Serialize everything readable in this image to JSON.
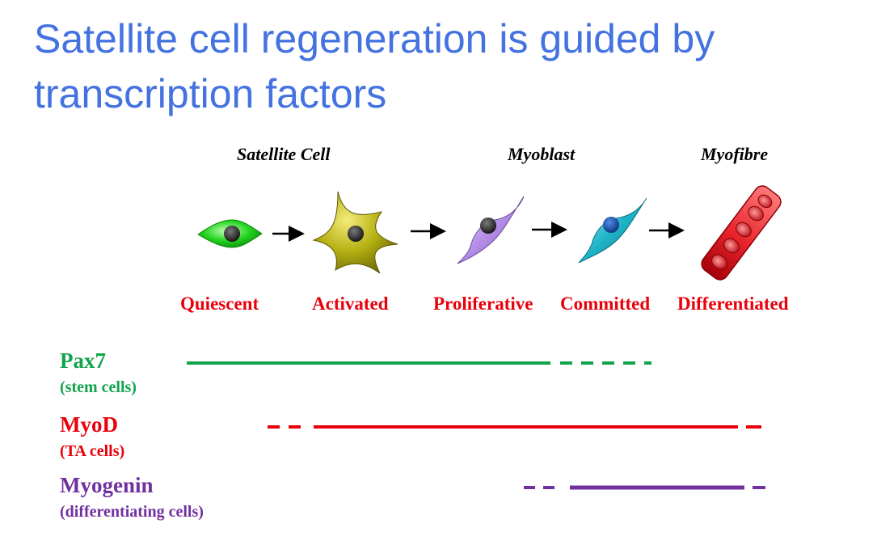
{
  "title": "Satellite cell regeneration is guided by transcription factors",
  "stages": [
    "Satellite Cell",
    "Myoblast",
    "Myofibre"
  ],
  "states": [
    "Quiescent",
    "Activated",
    "Proliferative",
    "Committed",
    "Differentiated"
  ],
  "factors": [
    {
      "name": "Pax7",
      "description": "(stem cells)",
      "color": "#12a44c"
    },
    {
      "name": "MyoD",
      "description": "(TA cells)",
      "color": "#e8000b"
    },
    {
      "name": "Myogenin",
      "description": "(differentiating cells)",
      "color": "#7030a0"
    }
  ],
  "colors": {
    "title": "#4472e0",
    "state_labels": "#e8000b",
    "quiescent_cell": "#22d41e",
    "activated_cell": "#b5b012",
    "proliferative_cell": "#b58ee8",
    "committed_cell": "#1fb5c9",
    "myofibre": "#e8252b"
  }
}
